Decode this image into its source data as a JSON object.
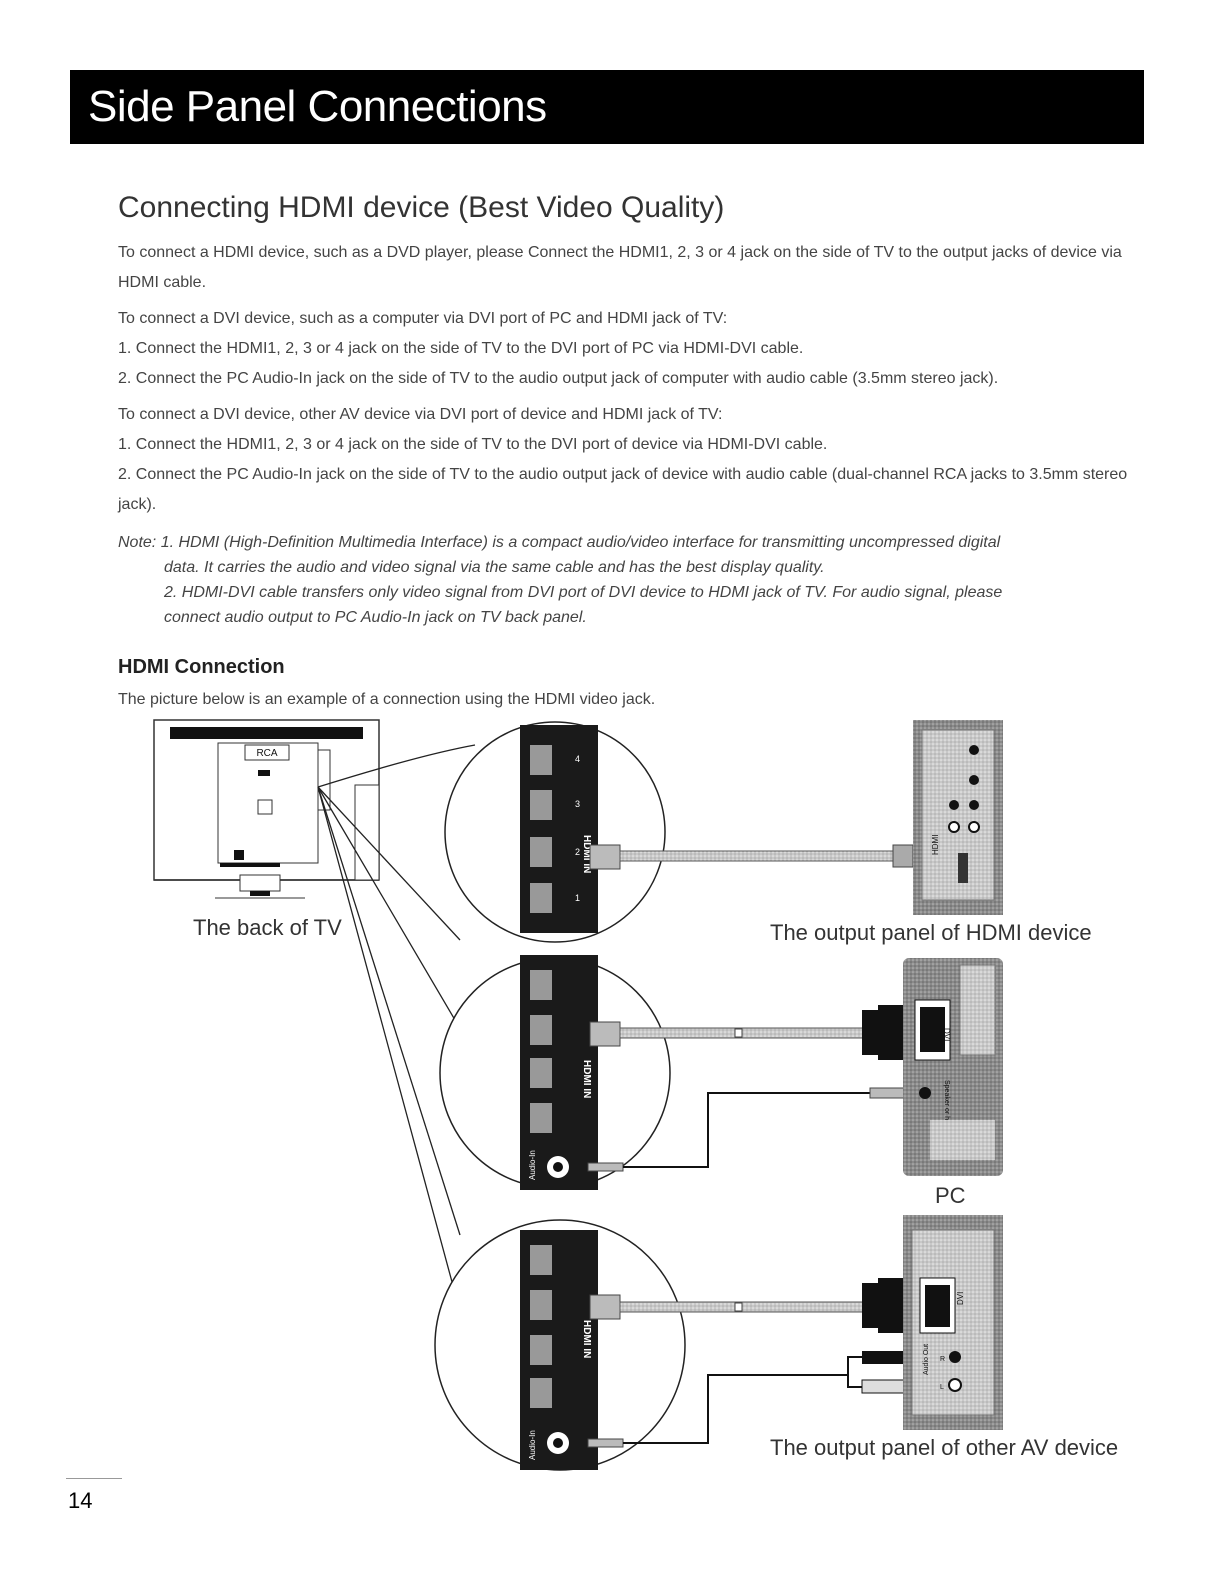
{
  "header": {
    "title": "Side Panel Connections"
  },
  "section": {
    "title": "Connecting HDMI device (Best Video Quality)",
    "paragraphs": [
      "To connect a HDMI device, such as a DVD player, please Connect the HDMI1, 2, 3 or 4 jack on the side of  TV to the output jacks of device via HDMI cable.",
      "To connect a DVI device, such as a computer via DVI port of PC and HDMI jack of TV:",
      "1. Connect the HDMI1, 2, 3 or 4 jack on the side of TV to the DVI port of PC via HDMI-DVI cable.",
      "2. Connect the PC Audio-In jack on the side of TV to the audio output jack of computer with audio cable (3.5mm stereo jack).",
      "To connect a DVI device, other AV device via DVI port of device and HDMI jack of TV:",
      "1. Connect the HDMI1, 2, 3 or 4 jack on the side of TV to the DVI port of device via HDMI-DVI cable.",
      "2. Connect the PC Audio-In jack on the side of TV to the audio output jack of device with audio cable (dual-channel RCA jacks to 3.5mm stereo jack)."
    ],
    "note": {
      "line1": "Note: 1. HDMI (High-Definition Multimedia Interface) is a compact audio/video interface for transmitting uncompressed digital",
      "line1b": "data. It carries the audio and video signal via the same cable and has the best display quality.",
      "line2": "2. HDMI-DVI cable transfers only video signal from DVI port of DVI device to HDMI jack of TV. For audio signal, please",
      "line2b": "connect audio output to PC Audio-In jack on TV back panel."
    },
    "subsection_title": "HDMI Connection",
    "subsection_text": "The picture below is an example of a connection using the HDMI video jack."
  },
  "diagram": {
    "caption_tv": "The back of TV",
    "caption_hdmi": "The output panel of  HDMI device",
    "caption_pc": "PC",
    "caption_av": "The output panel of other AV device",
    "panel_label": "HDMI IN",
    "audio_label": "Audio-In",
    "port_numbers": [
      "4",
      "3",
      "2",
      "1"
    ],
    "tv_logo": "RCA",
    "hdmi_device_label": "HDMI",
    "dvi_label": "DVI",
    "pc_audio_label": "Speaker or headphone",
    "av_audio_label": "Audio Out",
    "av_audio_l": "L",
    "av_audio_r": "R"
  },
  "page": {
    "number": "14"
  }
}
